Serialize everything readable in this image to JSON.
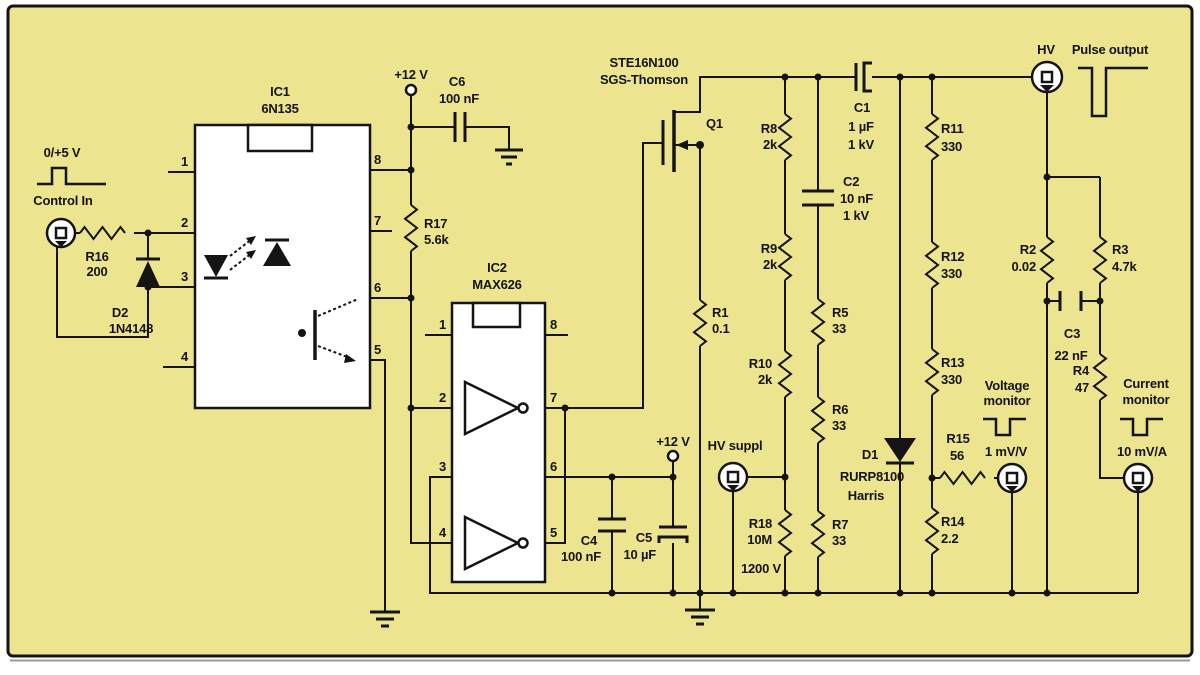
{
  "colors": {
    "background": "#ece48f",
    "wire": "#141414",
    "component_fill": "#ffffff"
  },
  "labels": {
    "control_voltage": "0/+5 V",
    "control_in": "Control In",
    "supply_12v": "+12 V",
    "hv": "HV",
    "pulse_output": "Pulse output",
    "hv_supply": "HV suppl",
    "voltage_monitor_line1": "Voltage",
    "voltage_monitor_line2": "monitor",
    "voltage_monitor_scale": "1 mV/V",
    "current_monitor_line1": "Current",
    "current_monitor_line2": "monitor",
    "current_monitor_scale": "10 mV/A"
  },
  "components": {
    "r1": {
      "ref": "R1",
      "value": "0.1"
    },
    "r2": {
      "ref": "R2",
      "value": "0.02"
    },
    "r3": {
      "ref": "R3",
      "value": "4.7k"
    },
    "r4": {
      "ref": "R4",
      "value": "47"
    },
    "r5": {
      "ref": "R5",
      "value": "33"
    },
    "r6": {
      "ref": "R6",
      "value": "33"
    },
    "r7": {
      "ref": "R7",
      "value": "33"
    },
    "r8": {
      "ref": "R8",
      "value": "2k"
    },
    "r9": {
      "ref": "R9",
      "value": "2k"
    },
    "r10": {
      "ref": "R10",
      "value": "2k"
    },
    "r11": {
      "ref": "R11",
      "value": "330"
    },
    "r12": {
      "ref": "R12",
      "value": "330"
    },
    "r13": {
      "ref": "R13",
      "value": "330"
    },
    "r14": {
      "ref": "R14",
      "value": "2.2"
    },
    "r15": {
      "ref": "R15",
      "value": "56"
    },
    "r16": {
      "ref": "R16",
      "value": "200"
    },
    "r17": {
      "ref": "R17",
      "value": "5.6k"
    },
    "r18": {
      "ref": "R18",
      "value": "10M",
      "rating": "1200 V"
    },
    "c1": {
      "ref": "C1",
      "value": "1 µF",
      "rating": "1 kV"
    },
    "c2": {
      "ref": "C2",
      "value": "10 nF",
      "rating": "1 kV"
    },
    "c3": {
      "ref": "C3",
      "value": "22 nF"
    },
    "c4": {
      "ref": "C4",
      "value": "100 nF"
    },
    "c5": {
      "ref": "C5",
      "value": "10 µF"
    },
    "c6": {
      "ref": "C6",
      "value": "100 nF"
    },
    "d1": {
      "ref": "D1",
      "part": "RURP8100",
      "manufacturer": "Harris"
    },
    "d2": {
      "ref": "D2",
      "part": "1N4148"
    },
    "q1": {
      "ref": "Q1",
      "part": "STE16N100",
      "manufacturer": "SGS-Thomson"
    }
  },
  "ics": {
    "ic1": {
      "ref": "IC1",
      "part": "6N135",
      "pin1": "1",
      "pin2": "2",
      "pin3": "3",
      "pin4": "4",
      "pin5": "5",
      "pin6": "6",
      "pin7": "7",
      "pin8": "8"
    },
    "ic2": {
      "ref": "IC2",
      "part": "MAX626",
      "pin1": "1",
      "pin2": "2",
      "pin3": "3",
      "pin4": "4",
      "pin5": "5",
      "pin6": "6",
      "pin7": "7",
      "pin8": "8"
    }
  }
}
